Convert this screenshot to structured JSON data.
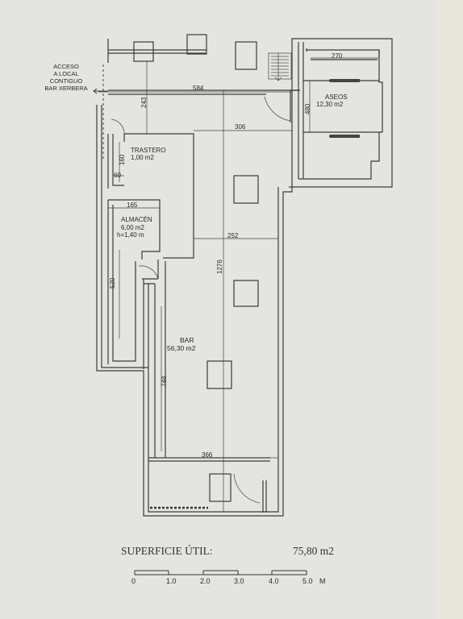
{
  "plan": {
    "access_note": [
      "ACCESO",
      "A LOCAL",
      "CONTIGUO",
      "BAR XERBERA"
    ],
    "rooms": {
      "trastero": {
        "name": "TRASTERO",
        "area": "1,00 m2"
      },
      "almacen": {
        "name": "ALMACÉN",
        "area": "6,00 m2",
        "height": "h=1,40 m"
      },
      "aseos": {
        "name": "ASEOS",
        "area": "12,30 m2"
      },
      "bar": {
        "name": "BAR",
        "area": "56,30 m2"
      }
    },
    "dimensions": {
      "d584": "584",
      "d243": "243",
      "d306": "306",
      "d160": "160",
      "d60": "60",
      "d165": "165",
      "d252": "252",
      "d1276": "1276",
      "d520": "520",
      "d748": "748",
      "d366": "366",
      "d270": "270",
      "d480": "480"
    }
  },
  "summary": {
    "label": "SUPERFICIE ÚTIL:",
    "value": "75,80 m2"
  },
  "scale": {
    "ticks": [
      "0",
      "1.0",
      "2.0",
      "3.0",
      "4.0",
      "5.0"
    ],
    "unit": "M"
  }
}
